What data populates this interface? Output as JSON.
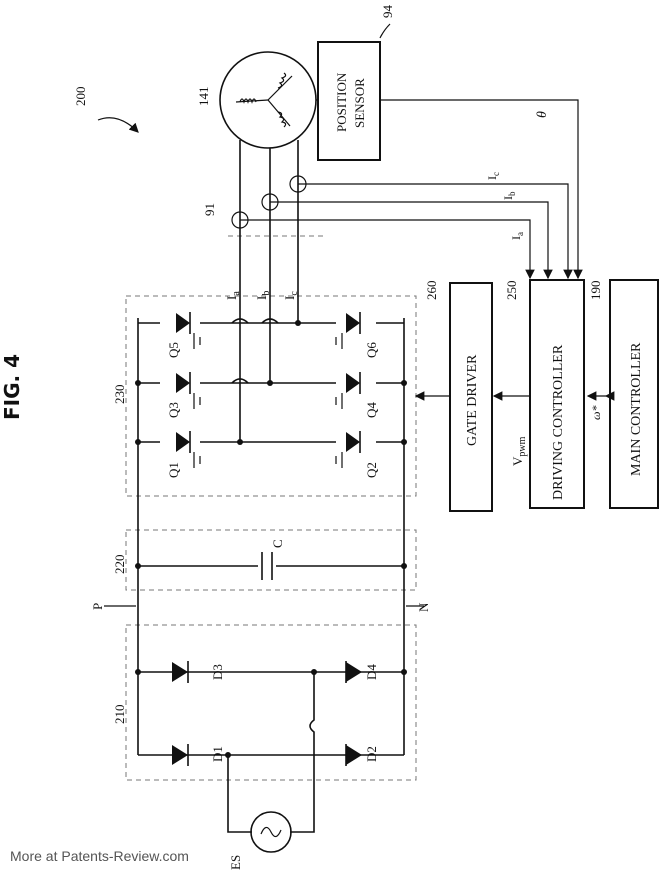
{
  "figure_title": "FIG. 4",
  "watermark": "More at Patents-Review.com",
  "ref_numbers": {
    "overall": "200",
    "motor": "141",
    "position_sensor": "94",
    "current_sensor": "91",
    "rectifier": "210",
    "capacitor_unit": "220",
    "inverter": "230",
    "gate_driver": "260",
    "driving_controller": "250",
    "main_controller": "190"
  },
  "blocks": {
    "position_sensor": [
      "POSITION",
      "SENSOR"
    ],
    "gate_driver": "GATE DRIVER",
    "driving_controller": "DRIVING CONTROLLER",
    "main_controller": "MAIN CONTROLLER"
  },
  "components": {
    "source": "ES",
    "capacitor": "C",
    "diodes": [
      "D1",
      "D2",
      "D3",
      "D4"
    ],
    "switches": [
      "Q1",
      "Q2",
      "Q3",
      "Q4",
      "Q5",
      "Q6"
    ]
  },
  "nodes": {
    "positive": "P",
    "negative": "N"
  },
  "signals": {
    "theta": "θ",
    "speed_ref": "ω*",
    "vpwm_main": "V",
    "vpwm_sub": "pwm",
    "phase_currents": [
      {
        "main": "I",
        "sub": "a"
      },
      {
        "main": "I",
        "sub": "b"
      },
      {
        "main": "I",
        "sub": "c"
      }
    ]
  }
}
